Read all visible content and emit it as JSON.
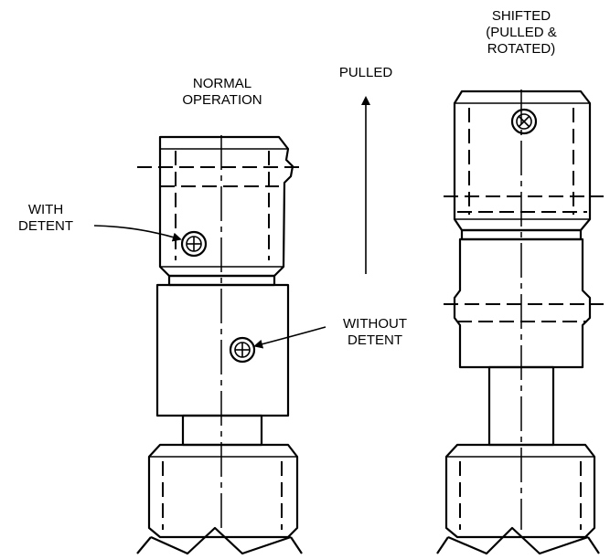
{
  "labels": {
    "normal": [
      "NORMAL",
      "OPERATION"
    ],
    "pulled": "PULLED",
    "shifted": [
      "SHIFTED",
      "(PULLED &",
      "ROTATED)"
    ],
    "with_detent": [
      "WITH",
      "DETENT"
    ],
    "without_detent": [
      "WITHOUT",
      "DETENT"
    ]
  },
  "colors": {
    "line": "#000000",
    "background": "#ffffff"
  }
}
